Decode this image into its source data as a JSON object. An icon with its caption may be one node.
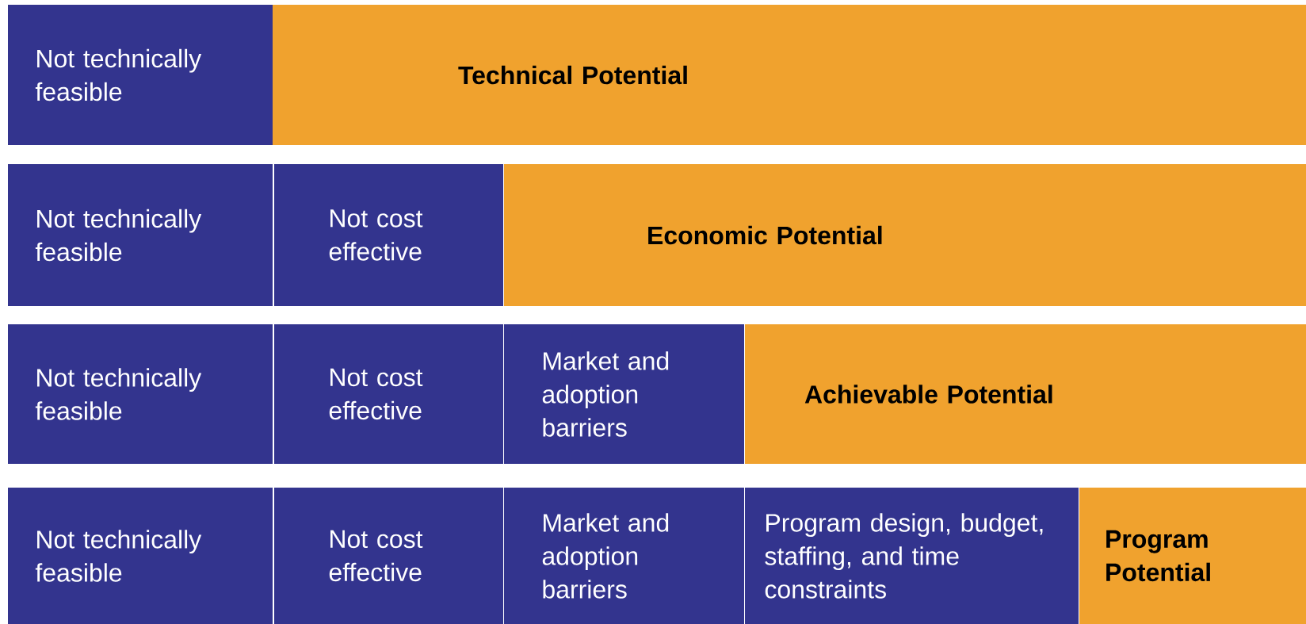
{
  "diagram": {
    "nodes": [
      {
        "text": [
          "Not technically feasible"
        ]
      },
      {
        "text": [
          "Technical Potential"
        ]
      },
      {
        "text": [
          "Not technically feasible"
        ]
      },
      {
        "text": [
          "Not cost effective"
        ]
      },
      {
        "text": [
          "Economic Potential"
        ]
      },
      {
        "text": [
          "Not technically feasible"
        ]
      },
      {
        "text": [
          "Not cost effective"
        ]
      },
      {
        "text": [
          "Market and adoption barriers"
        ]
      },
      {
        "text": [
          "Achievable Potential"
        ]
      },
      {
        "text": [
          "Not technically feasible"
        ]
      },
      {
        "text": [
          "Not cost effective"
        ]
      },
      {
        "text": [
          "Market and adoption barriers"
        ]
      },
      {
        "text": [
          "Program design, budget, staffing, and time constraints"
        ]
      },
      {
        "text": [
          "Program Potential"
        ]
      }
    ]
  }
}
